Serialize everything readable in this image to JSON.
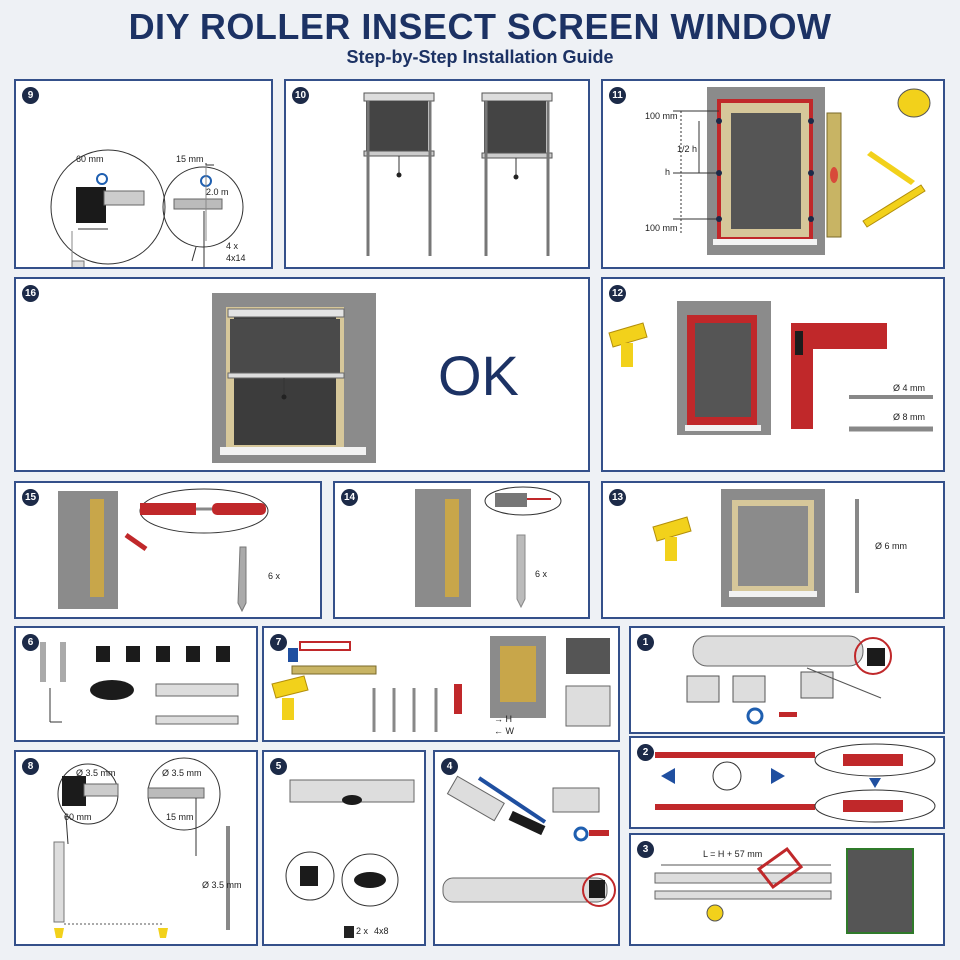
{
  "title": "DIY ROLLER INSECT SCREEN WINDOW",
  "subtitle": "Step-by-Step Installation Guide",
  "colors": {
    "accent": "#1c3264",
    "frame_red": "#c0282a",
    "tool_yellow": "#f2d11b",
    "wall_gray": "#8b8b8b"
  },
  "panels": {
    "p9": {
      "step": "9",
      "labels": {
        "dim_60": "60 mm",
        "dim_15": "15 mm",
        "dim_2m": "2.0 m",
        "qty": "4 x",
        "size": "4x14"
      }
    },
    "p10": {
      "step": "10"
    },
    "p11": {
      "step": "11",
      "labels": {
        "top": "100 mm",
        "half": "1/2 h",
        "h": "h",
        "bottom": "100 mm"
      }
    },
    "p16": {
      "step": "16",
      "labels": {
        "ok": "OK"
      }
    },
    "p12": {
      "step": "12",
      "labels": {
        "d4": "Ø 4 mm",
        "d8": "Ø 8 mm"
      }
    },
    "p15": {
      "step": "15",
      "labels": {
        "qty": "6 x"
      }
    },
    "p14": {
      "step": "14",
      "labels": {
        "qty": "6 x"
      }
    },
    "p13": {
      "step": "13",
      "labels": {
        "d6": "Ø 6 mm"
      }
    },
    "p6": {
      "step": "6"
    },
    "p7": {
      "step": "7",
      "labels": {
        "h": "→ H",
        "w": "← W"
      }
    },
    "p1": {
      "step": "1"
    },
    "p8": {
      "step": "8",
      "labels": {
        "d35a": "Ø 3.5 mm",
        "d35b": "Ø 3.5 mm",
        "dim_60": "60 mm",
        "dim_15": "15 mm",
        "d35c": "Ø 3.5 mm"
      }
    },
    "p5": {
      "step": "5",
      "labels": {
        "qty": "2 x",
        "size": "4x8"
      }
    },
    "p4": {
      "step": "4"
    },
    "p2": {
      "step": "2"
    },
    "p3": {
      "step": "3",
      "labels": {
        "formula": "L = H + 57 mm"
      }
    }
  }
}
